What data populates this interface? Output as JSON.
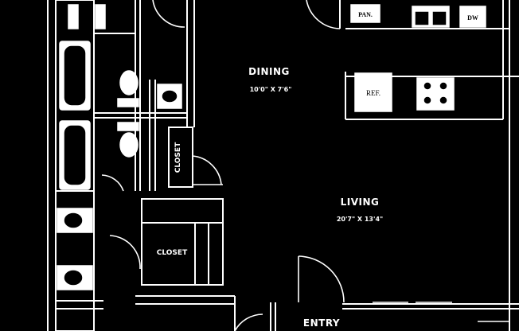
{
  "plan": {
    "rooms": {
      "dining": {
        "name": "DINING",
        "dims": "10'0\" X 7'6\""
      },
      "living": {
        "name": "LIVING",
        "dims": "20'7\" X 13'4\""
      },
      "closet_hall": {
        "name": "CLOSET"
      },
      "closet_small": {
        "name": "CLOSET"
      },
      "entry": {
        "name": "ENTRY"
      }
    },
    "appliances": {
      "refrigerator": "REF.",
      "pantry": "PAN.",
      "dishwasher": "DW"
    }
  }
}
